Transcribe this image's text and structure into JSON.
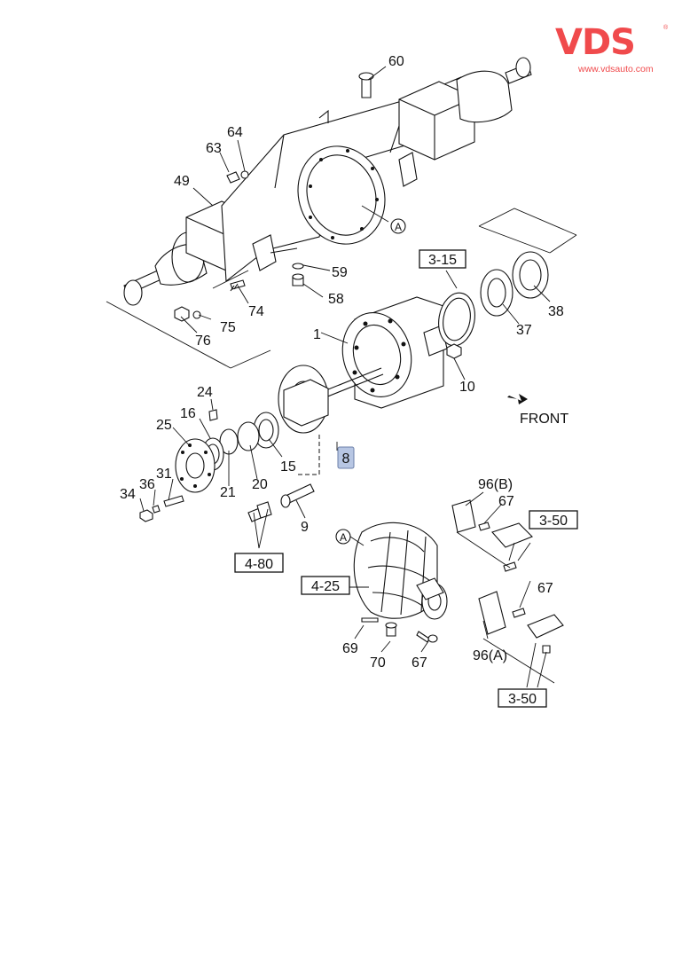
{
  "brand": {
    "logo_text": "VDS",
    "url": "www.vdsauto.com",
    "registered": "®",
    "color": "#f04a4c"
  },
  "direction_label": "FRONT",
  "callouts": {
    "c60": "60",
    "c64": "64",
    "c63": "63",
    "c49": "49",
    "c59": "59",
    "c58": "58",
    "c74": "74",
    "c75": "75",
    "c76": "76",
    "c1": "1",
    "c37": "37",
    "c38": "38",
    "c10": "10",
    "c24": "24",
    "c16": "16",
    "c25": "25",
    "c31": "31",
    "c36": "36",
    "c34": "34",
    "c21": "21",
    "c20": "20",
    "c15": "15",
    "c9": "9",
    "c96b": "96(B)",
    "c67a": "67",
    "c67b": "67",
    "c67c": "67",
    "c69": "69",
    "c70": "70",
    "c96a": "96(A)",
    "circleA1": "A",
    "circleA2": "A"
  },
  "highlighted_part": "8",
  "section_refs": {
    "r315": "3-15",
    "r480": "4-80",
    "r425": "4-25",
    "r350a": "3-50",
    "r350b": "3-50"
  },
  "colors": {
    "highlight_fill": "#b7c6e3",
    "line": "#111111"
  }
}
